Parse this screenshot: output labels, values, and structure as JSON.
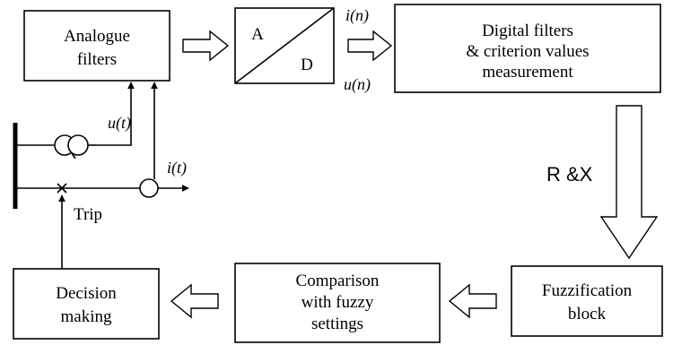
{
  "blocks": {
    "analogue_filters": [
      "Analogue",
      "filters"
    ],
    "ad_converter": {
      "a": "A",
      "d": "D"
    },
    "digital_filters": [
      "Digital filters",
      "& criterion values",
      "measurement"
    ],
    "fuzzification": [
      "Fuzzification",
      "block"
    ],
    "comparison": [
      "Comparison",
      "with fuzzy",
      "settings"
    ],
    "decision": [
      "Decision",
      "making"
    ]
  },
  "signals": {
    "i_n": "i(n)",
    "u_n": "u(n)",
    "u_t": "u(t)",
    "i_t": "i(t)",
    "rx": "R &X",
    "trip": "Trip"
  }
}
